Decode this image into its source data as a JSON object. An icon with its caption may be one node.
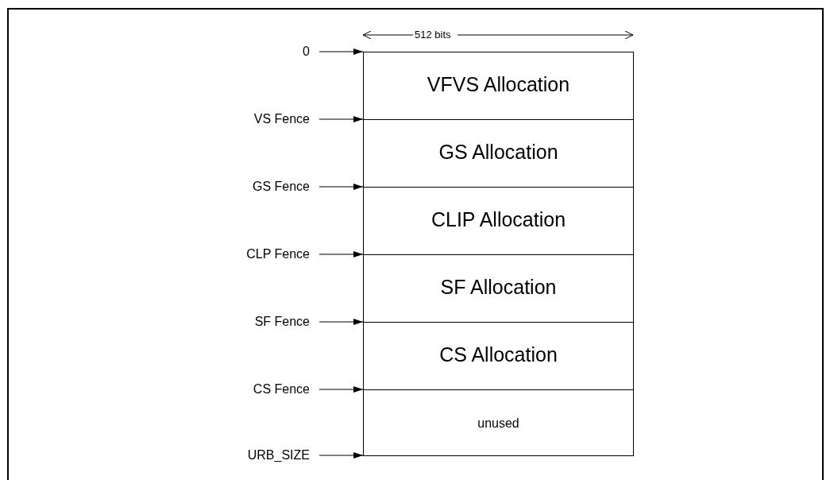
{
  "diagram": {
    "nodes": [
      {
        "text": [
          "VFVS Allocation"
        ]
      },
      {
        "text": [
          "GS Allocation"
        ]
      },
      {
        "text": [
          "CLIP Allocation"
        ]
      },
      {
        "text": [
          "SF Allocation"
        ]
      },
      {
        "text": [
          "CS Allocation"
        ]
      },
      {
        "text": [
          "unused"
        ]
      },
      {
        "text": [
          "0"
        ]
      },
      {
        "text": [
          "VS Fence"
        ]
      },
      {
        "text": [
          "GS Fence"
        ]
      },
      {
        "text": [
          "CLP Fence"
        ]
      },
      {
        "text": [
          "SF Fence"
        ]
      },
      {
        "text": [
          "CS Fence"
        ]
      },
      {
        "text": [
          "URB_SIZE"
        ]
      }
    ],
    "edges": [
      {
        "from": 6,
        "to": 0,
        "arrow": "to"
      },
      {
        "from": 7,
        "to": 1,
        "arrow": "to"
      },
      {
        "from": 8,
        "to": 2,
        "arrow": "to"
      },
      {
        "from": 9,
        "to": 3,
        "arrow": "to"
      },
      {
        "from": 10,
        "to": 4,
        "arrow": "to"
      },
      {
        "from": 11,
        "to": 5,
        "arrow": "to"
      },
      {
        "from": 12,
        "to": 5,
        "arrow": "to"
      }
    ],
    "labels": [
      "512 bits"
    ]
  }
}
